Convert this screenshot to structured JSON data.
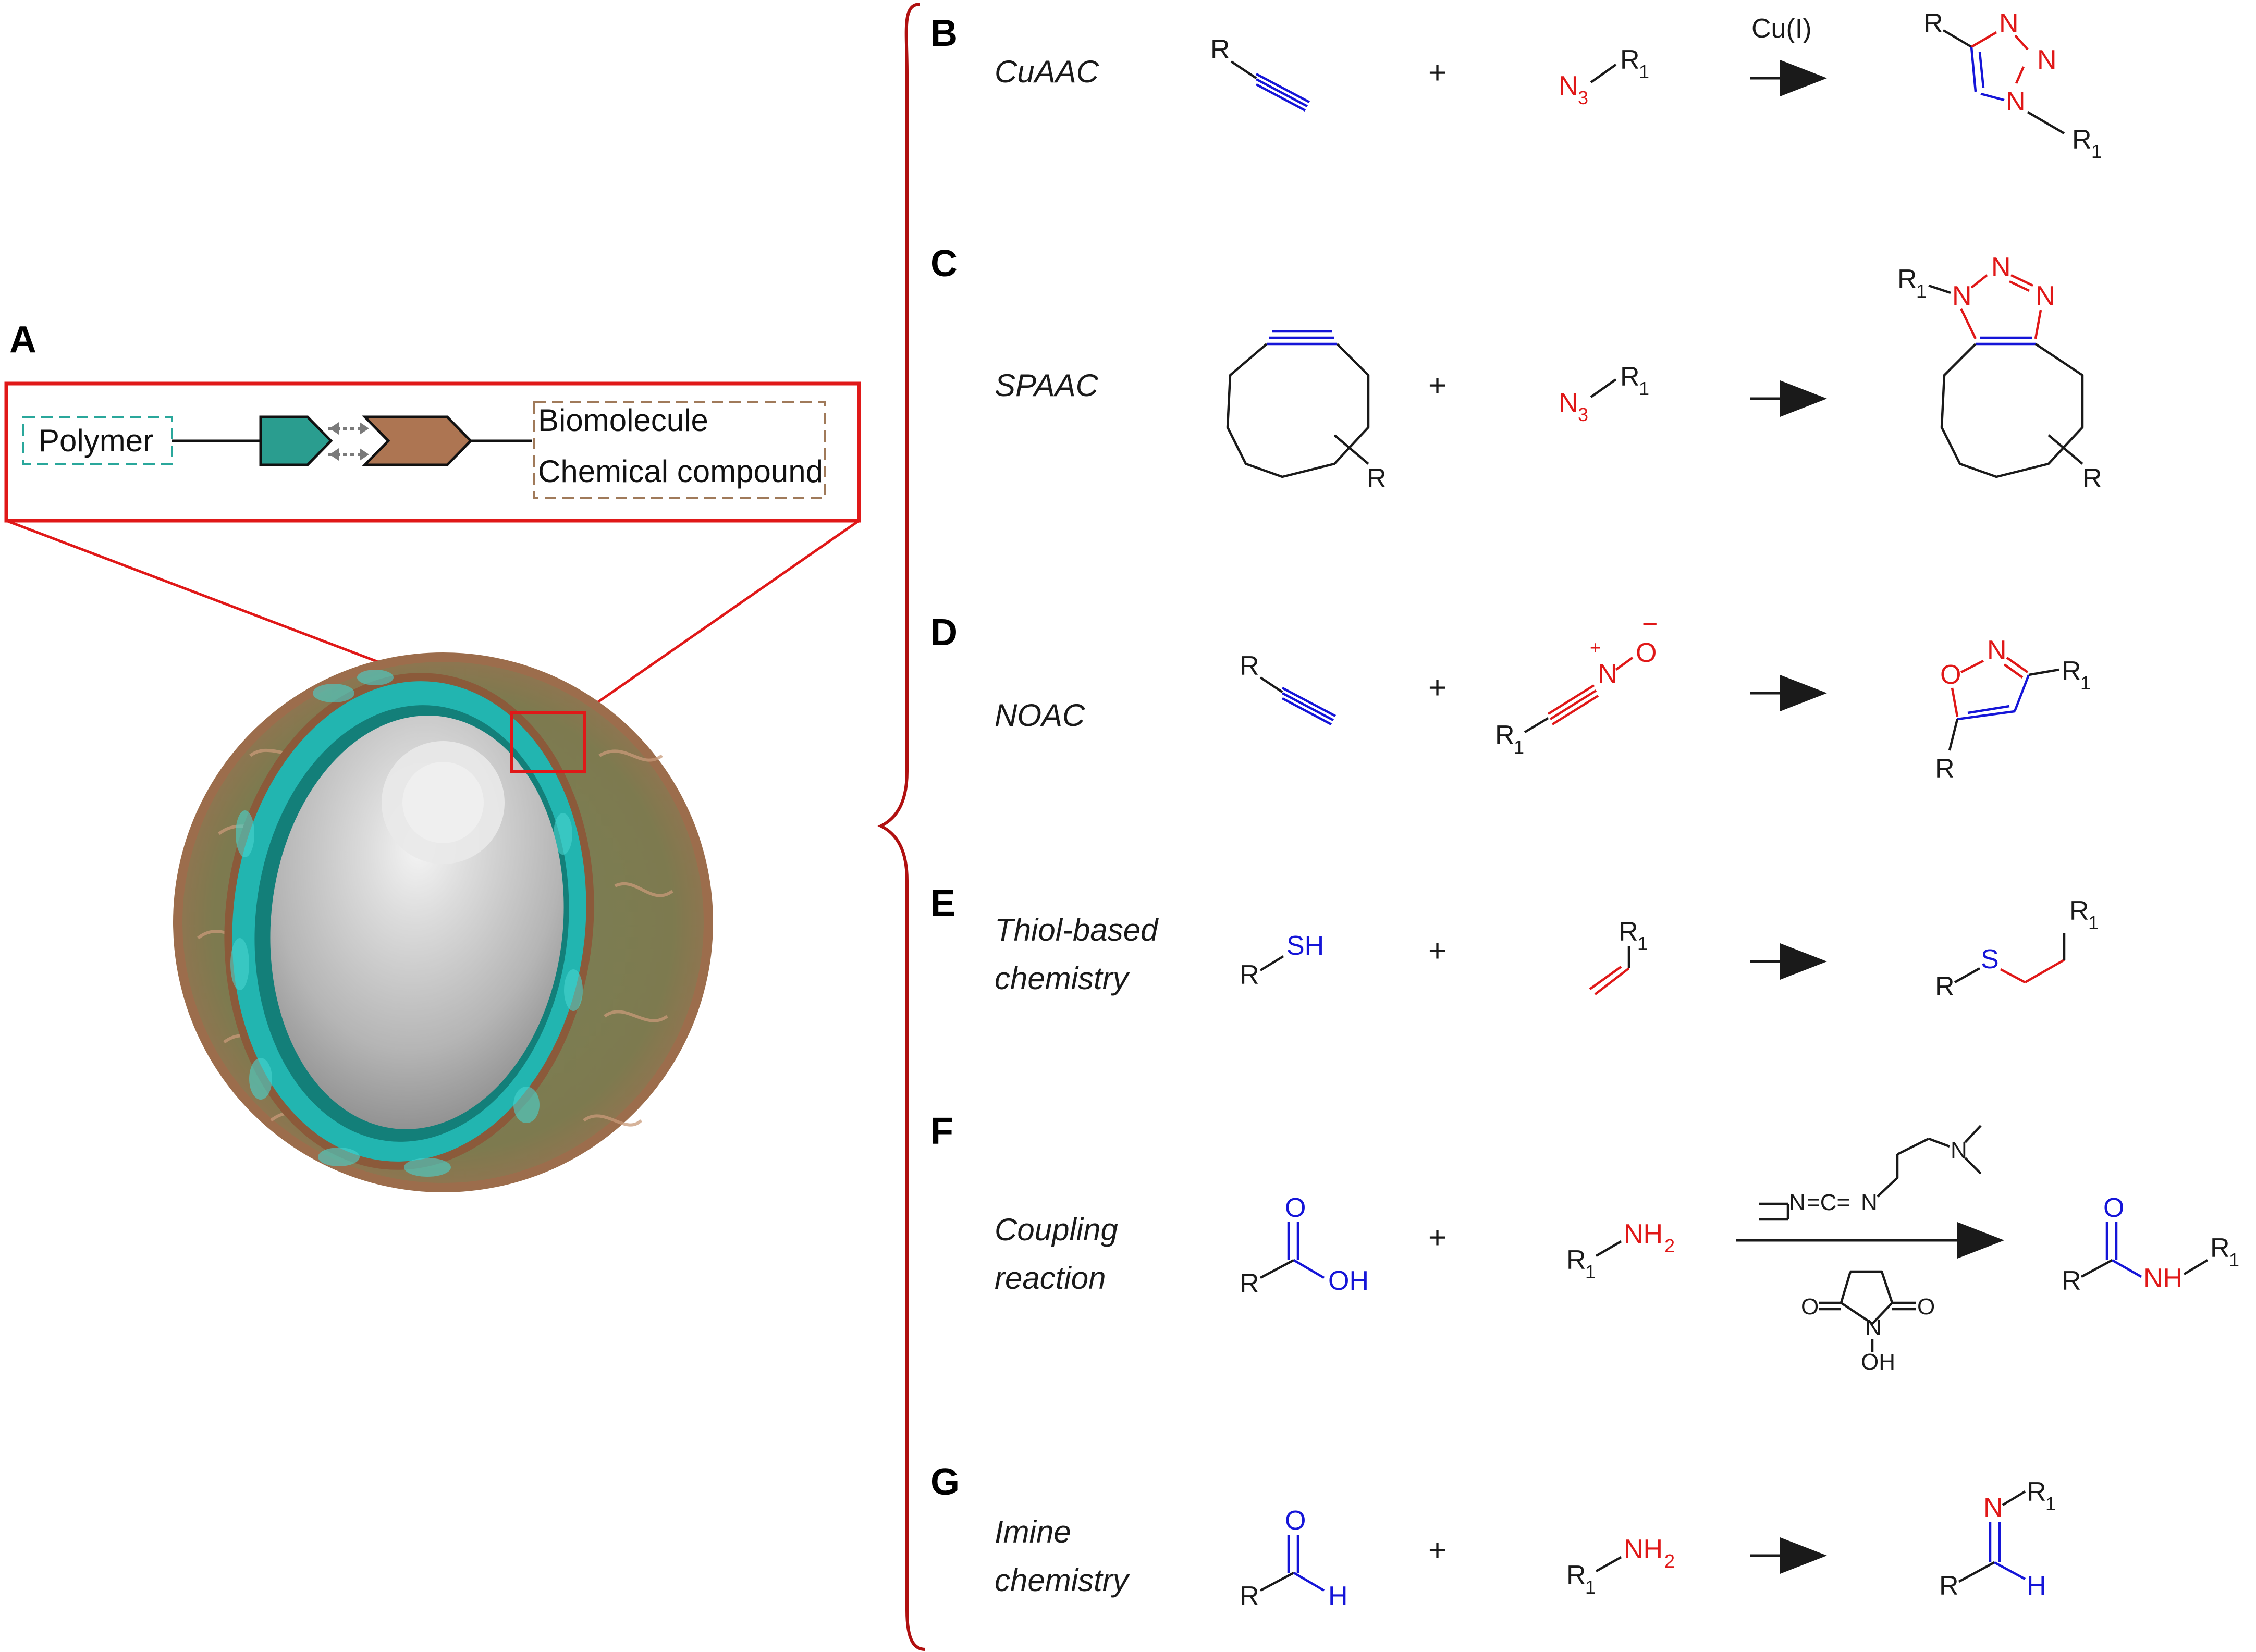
{
  "panels": {
    "A": {
      "label": "A",
      "polymer": "Polymer",
      "biomolecule": "Biomolecule",
      "chemical": "Chemical compound"
    },
    "B": {
      "label": "B",
      "name": "CuAAC",
      "catalyst": "Cu(I)"
    },
    "C": {
      "label": "C",
      "name": "SPAAC"
    },
    "D": {
      "label": "D",
      "name": "NOAC"
    },
    "E": {
      "label": "E",
      "name_line1": "Thiol-based",
      "name_line2": "chemistry"
    },
    "F": {
      "label": "F",
      "name_line1": "Coupling",
      "name_line2": "reaction"
    },
    "G": {
      "label": "G",
      "name_line1": "Imine",
      "name_line2": "chemistry"
    }
  },
  "atoms": {
    "R": "R",
    "R1": "R",
    "sub1": "1",
    "sub3": "3",
    "sub2": "2",
    "N": "N",
    "O": "O",
    "S": "S",
    "H": "H",
    "SH": "SH",
    "OH": "OH",
    "NH": "NH",
    "NH2": "NH",
    "plus": "+",
    "minus": "−",
    "eq": "=C="
  },
  "colors": {
    "frame_red": "#e01818",
    "brace_red": "#b01010",
    "teal": "#2aa79b",
    "brown": "#ad7552",
    "blue": "#1515d8",
    "red": "#e01818"
  }
}
